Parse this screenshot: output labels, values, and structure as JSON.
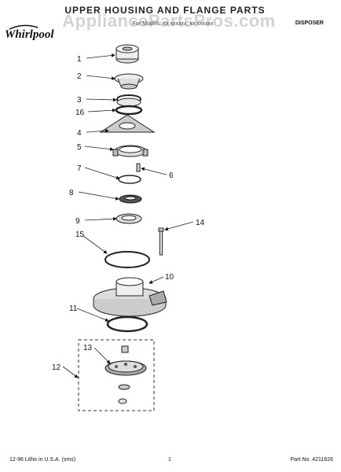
{
  "header": {
    "title": "UPPER HOUSING AND FLANGE PARTS",
    "models_line": "For Models: xx xxxxxx, xx xxxxxx",
    "category": "DISPOSER",
    "watermark": "AppliancePartsPros.com"
  },
  "brand": {
    "logo_text": "Whirlpool"
  },
  "diagram": {
    "callouts": [
      "1",
      "2",
      "3",
      "16",
      "4",
      "5",
      "7",
      "6",
      "8",
      "9",
      "14",
      "15",
      "10",
      "11",
      "13",
      "12"
    ]
  },
  "footer": {
    "left": "12-96 Litho in U.S.A. (sms)",
    "center": "1",
    "right": "Part No. 4211626"
  }
}
